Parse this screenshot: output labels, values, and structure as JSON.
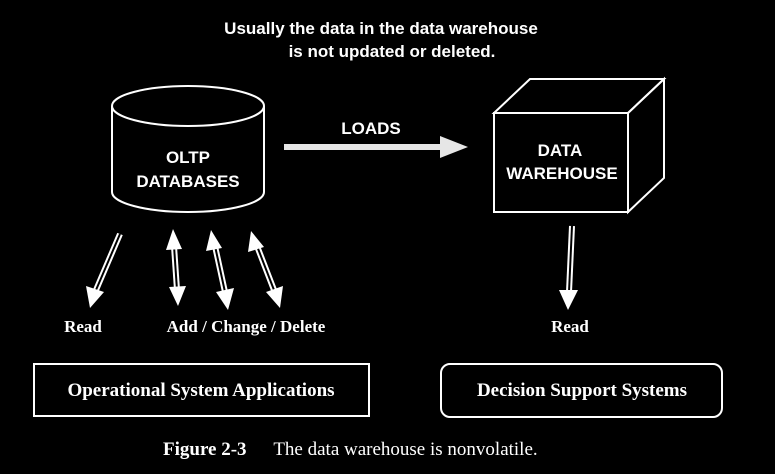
{
  "note": {
    "line1": "Usually the data in the data warehouse",
    "line2": "is not updated or deleted."
  },
  "oltp": {
    "line1": "OLTP",
    "line2": "DATABASES"
  },
  "loads_label": "LOADS",
  "warehouse": {
    "line1": "DATA",
    "line2": "WAREHOUSE"
  },
  "left_labels": {
    "read": "Read",
    "modify": "Add / Change / Delete"
  },
  "right_labels": {
    "read": "Read"
  },
  "boxes": {
    "operational": "Operational System Applications",
    "decision": "Decision Support  Systems"
  },
  "caption": {
    "label": "Figure 2-3",
    "text": "The data warehouse is nonvolatile."
  },
  "colors": {
    "background": "#000000",
    "foreground": "#ffffff",
    "arrow_fill": "#e6e6e6"
  }
}
